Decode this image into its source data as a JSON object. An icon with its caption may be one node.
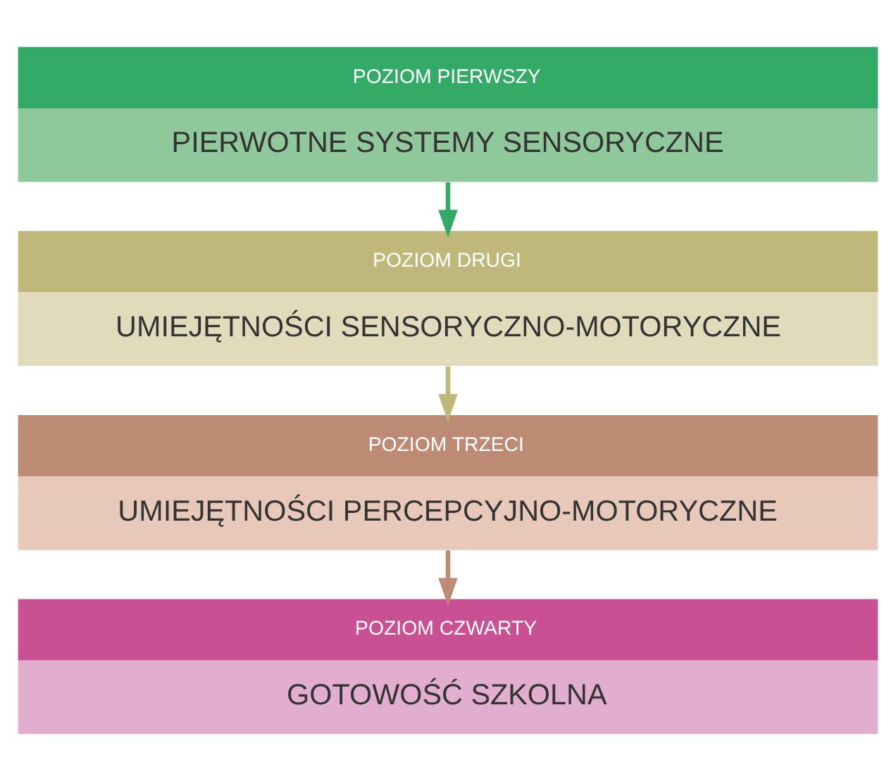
{
  "diagram": {
    "nodes": [
      {
        "text": [
          "POZIOM PIERWSZY",
          "PIERWOTNE SYSTEMY SENSORYCZNE"
        ]
      },
      {
        "text": [
          "POZIOM DRUGI",
          "UMIEJĘTNOŚCI SENSORYCZNO-MOTORYCZNE"
        ]
      },
      {
        "text": [
          "POZIOM TRZECI",
          "UMIEJĘTNOŚCI PERCEPCYJNO-MOTORYCZNE"
        ]
      },
      {
        "text": [
          "POZIOM CZWARTY",
          "GOTOWOŚĆ SZKOLNA"
        ]
      }
    ],
    "edges": [
      {
        "from": 0,
        "to": 1,
        "arrow": "to",
        "color": "#33ab67"
      },
      {
        "from": 1,
        "to": 2,
        "arrow": "to",
        "color": "#c0b87a"
      },
      {
        "from": 2,
        "to": 3,
        "arrow": "to",
        "color": "#bd8a73"
      }
    ]
  }
}
